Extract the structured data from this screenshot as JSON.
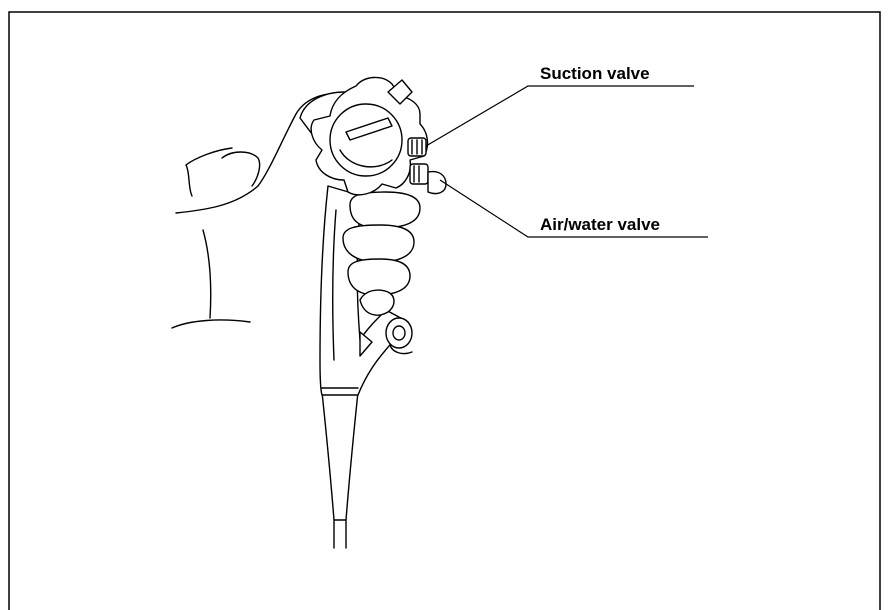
{
  "diagram": {
    "subject": "Endoscope control section held in left hand",
    "labels": {
      "suction_valve": "Suction valve",
      "air_water_valve": "Air/water valve"
    },
    "line_color": "#000000",
    "fill_color": "#ffffff"
  }
}
